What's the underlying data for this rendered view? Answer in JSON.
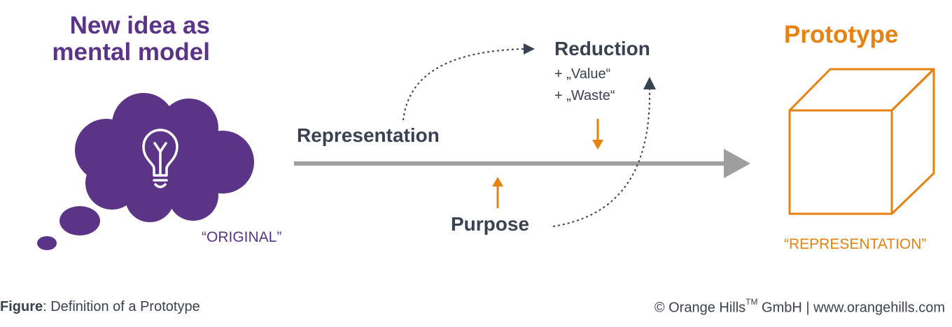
{
  "left_title": "New idea as mental model",
  "right_title": "Prototype",
  "original_label": "“ORIGINAL”",
  "representation_quote_label": "“REPRESENTATION”",
  "representation_label": "Representation",
  "purpose_label": "Purpose",
  "reduction": {
    "title": "Reduction",
    "items": [
      "+ „Value“",
      "+ „Waste“"
    ]
  },
  "footer": {
    "figure_label": "Figure",
    "figure_caption": ": Definition of a Prototype",
    "copyright_prefix": "© Orange Hills",
    "trademark": "TM",
    "copyright_suffix": " GmbH | www.orangehills.com"
  },
  "colors": {
    "purple": "#5b3488",
    "orange": "#e7810f",
    "dark": "#3a4150",
    "gray_arrow": "#9e9e9e"
  },
  "icons": {
    "cloud": "thought-cloud-icon",
    "bulb": "lightbulb-icon",
    "cube": "cube-icon"
  }
}
